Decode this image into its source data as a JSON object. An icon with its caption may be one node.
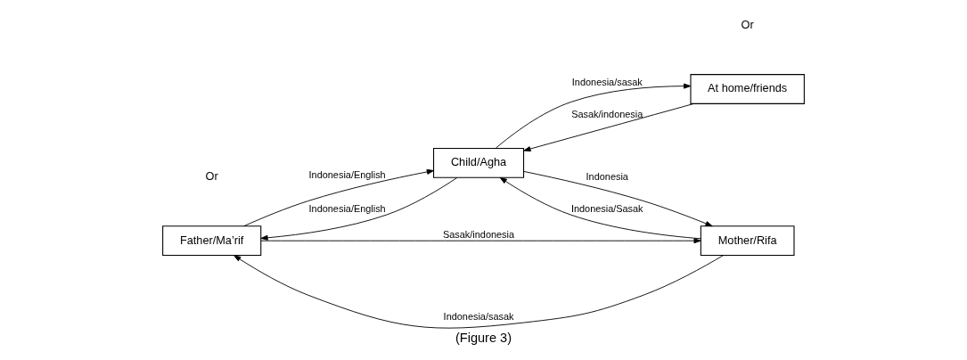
{
  "diagram": {
    "caption": "(Figure 3)",
    "nodes": [
      {
        "text": [
          "Father/Ma’rif"
        ]
      },
      {
        "text": [
          "Child/Agha"
        ]
      },
      {
        "text": [
          "At home/friends"
        ]
      },
      {
        "text": [
          "Mother/Rifa"
        ]
      }
    ],
    "edges": [
      {
        "from": 0,
        "to": 1,
        "arrow": "to",
        "label": "Indonesia/English"
      },
      {
        "from": 1,
        "to": 0,
        "arrow": "to",
        "label": "Indonesia/English"
      },
      {
        "from": 1,
        "to": 2,
        "arrow": "to",
        "label": "Indonesia/sasak"
      },
      {
        "from": 2,
        "to": 1,
        "arrow": "to",
        "label": "Sasak/indonesia"
      },
      {
        "from": 3,
        "to": 0,
        "arrow": "to",
        "label": "Indonesia/sasak"
      },
      {
        "from": 0,
        "to": 3,
        "arrow": "to",
        "label": "Sasak/indonesia"
      },
      {
        "from": 3,
        "to": 1,
        "arrow": "to",
        "label": "Indonesia/Sasak"
      },
      {
        "from": 1,
        "to": 3,
        "arrow": "to",
        "label": "Indonesia"
      }
    ],
    "labels": [
      "Or",
      "Or"
    ]
  }
}
